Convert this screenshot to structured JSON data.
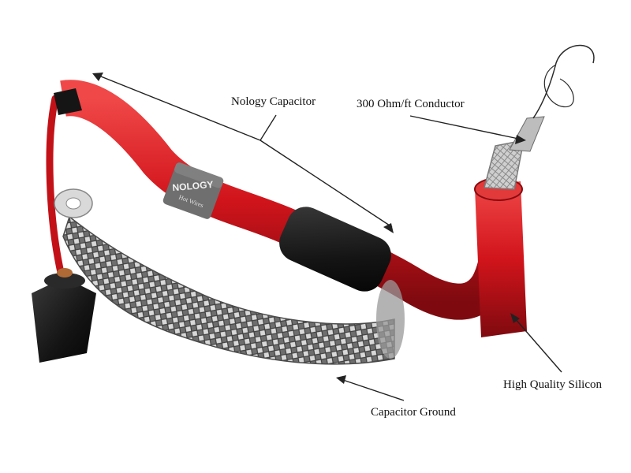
{
  "callouts": {
    "capacitor": "Nology Capacitor",
    "conductor": "300 Ohm/ft Conductor",
    "silicon": "High Quality Silicon",
    "ground": "Capacitor Ground"
  },
  "band_text": {
    "brand": "NOLOGY",
    "sub": "Hot Wires"
  },
  "colors": {
    "silicone_red": "#d1141b",
    "boot_black": "#141414",
    "mesh_gray": "#8d8d8d",
    "band_gray": "#6f6f6f",
    "label_text": "#111111"
  }
}
